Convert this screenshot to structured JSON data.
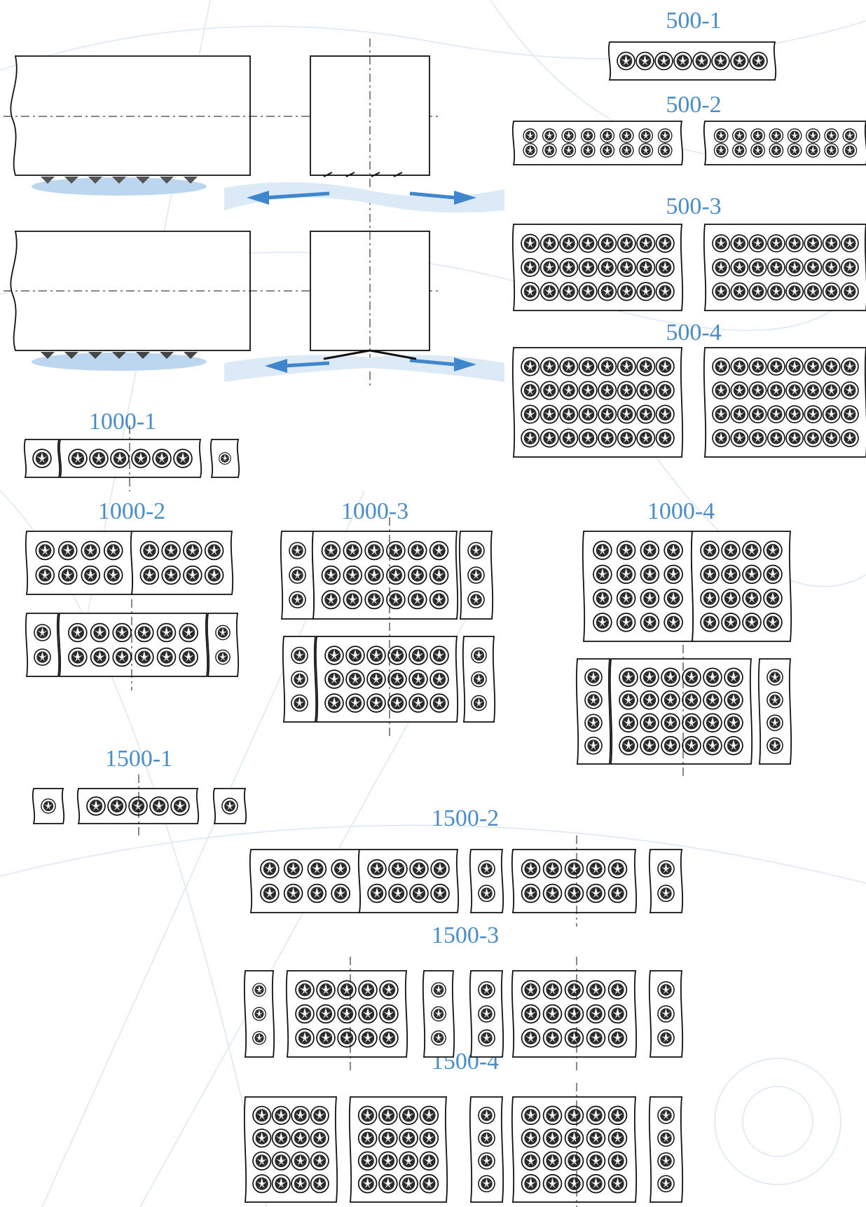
{
  "colors": {
    "label": "#4a8cc8",
    "outline": "#111111",
    "flow": "#3f86cc",
    "flow_light": "#cfe3f5",
    "watermark": "#dbe8f4"
  },
  "labels": {
    "l500_1": "500-1",
    "l500_2": "500-2",
    "l500_3": "500-3",
    "l500_4": "500-4",
    "l1000_1": "1000-1",
    "l1000_2": "1000-2",
    "l1000_3": "1000-3",
    "l1000_4": "1000-4",
    "l1500_1": "1500-1",
    "l1500_2": "1500-2",
    "l1500_3": "1500-3",
    "l1500_4": "1500-4"
  }
}
